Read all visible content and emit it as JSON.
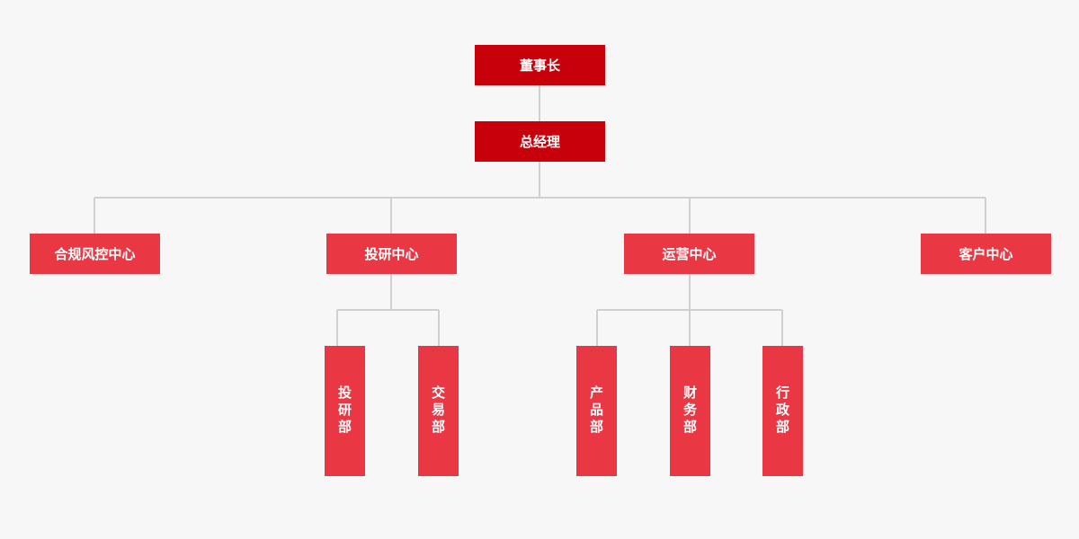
{
  "colors": {
    "background": "#f8f7f8",
    "top_node": "#c7000b",
    "node": "#e93844",
    "connector": "#d0d0d0",
    "text": "#ffffff"
  },
  "org": {
    "chairman": "董事长",
    "general_manager": "总经理",
    "centers": {
      "compliance": "合规风控中心",
      "research": "投研中心",
      "operations": "运营中心",
      "client": "客户中心"
    },
    "departments": {
      "investment_research": "投研部",
      "trading": "交易部",
      "product": "产品部",
      "finance": "财务部",
      "administration": "行政部"
    }
  }
}
